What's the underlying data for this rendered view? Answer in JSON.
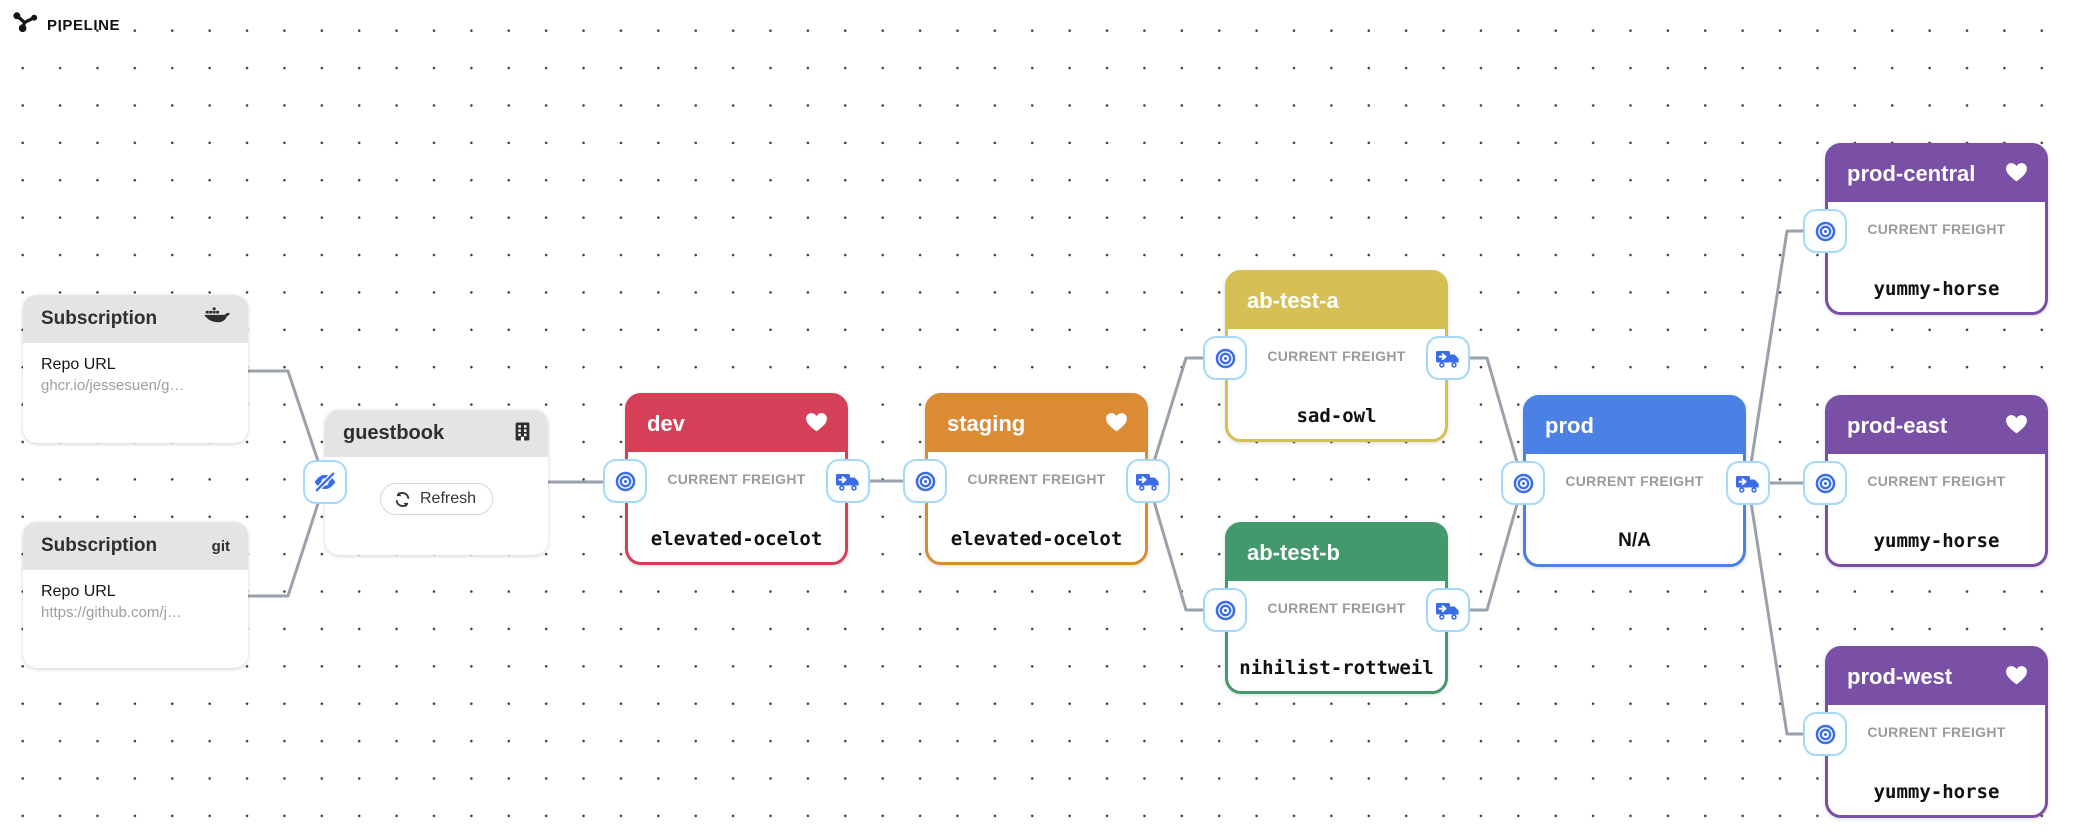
{
  "app": {
    "title": "PIPELINE",
    "logo_icon": "pipeline-nodes-icon"
  },
  "colors": {
    "connector": "#9aa1ab",
    "badge_border": "#a6d9f7",
    "badge_icon_blue": "#3b6ce8",
    "node_header_gray": "#e4e4e4",
    "muted_text": "#9b9b9b"
  },
  "labels": {
    "current_freight": "CURRENT FREIGHT"
  },
  "subscriptions": [
    {
      "title": "Subscription",
      "type_icon": "docker-icon",
      "repo_label": "Repo URL",
      "repo_url": "ghcr.io/jessesuen/g…"
    },
    {
      "title": "Subscription",
      "type_icon": "git-label",
      "type_label": "git",
      "repo_label": "Repo URL",
      "repo_url": "https://github.com/j…"
    }
  ],
  "warehouse": {
    "name": "guestbook",
    "icon": "warehouse-building-icon",
    "refresh_label": "Refresh",
    "left_badge_icon": "eye-slash-icon"
  },
  "stages": [
    {
      "name": "dev",
      "freight": "elevated-ocelot",
      "color": "#d63f58",
      "favorite": true
    },
    {
      "name": "staging",
      "freight": "elevated-ocelot",
      "color": "#dc8b35",
      "favorite": true
    },
    {
      "name": "ab-test-a",
      "freight": "sad-owl",
      "color": "#d6c054",
      "favorite": false
    },
    {
      "name": "ab-test-b",
      "freight": "nihilist-rottweil",
      "color": "#41996c",
      "favorite": false
    },
    {
      "name": "prod",
      "freight": "N/A",
      "color": "#4b80e4",
      "favorite": false
    },
    {
      "name": "prod-central",
      "freight": "yummy-horse",
      "color": "#7a50a7",
      "favorite": true
    },
    {
      "name": "prod-east",
      "freight": "yummy-horse",
      "color": "#7a50a7",
      "favorite": true
    },
    {
      "name": "prod-west",
      "freight": "yummy-horse",
      "color": "#7a50a7",
      "favorite": true
    }
  ]
}
